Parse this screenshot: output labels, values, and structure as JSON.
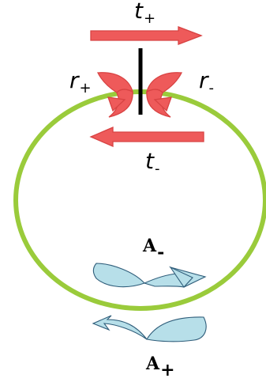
{
  "colors": {
    "red_arrow": "#ee5a5a",
    "red_arrow_stroke": "#d84343",
    "green_ring": "#9acb3b",
    "blue_loop": "#b7dfe9",
    "blue_loop_stroke": "#2f5d7a",
    "divider": "#000000"
  },
  "labels": {
    "t_plus": {
      "base": "t",
      "sub": "+"
    },
    "t_minus": {
      "base": "t",
      "sub": "-"
    },
    "r_plus": {
      "base": "r",
      "sub": "+"
    },
    "r_minus": {
      "base": "r",
      "sub": "-"
    },
    "a_minus": {
      "base": "A",
      "sub": "-"
    },
    "a_plus": {
      "base": "A",
      "sub": "+"
    }
  }
}
